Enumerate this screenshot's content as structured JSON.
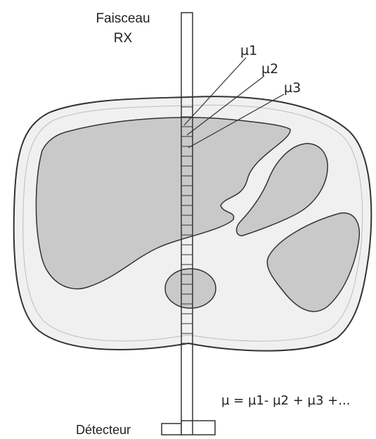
{
  "labels": {
    "beam_line1": "Faisceau",
    "beam_line2": "RX",
    "mu1": "µ1",
    "mu2": "µ2",
    "mu3": "µ3",
    "formula": "µ = µ1- µ2 + µ3 +...",
    "detector": "Détecteur"
  },
  "colors": {
    "body_fill": "#f0f0f0",
    "organ_fill": "#c9c9c9",
    "stroke": "#333333",
    "text": "#222222"
  }
}
